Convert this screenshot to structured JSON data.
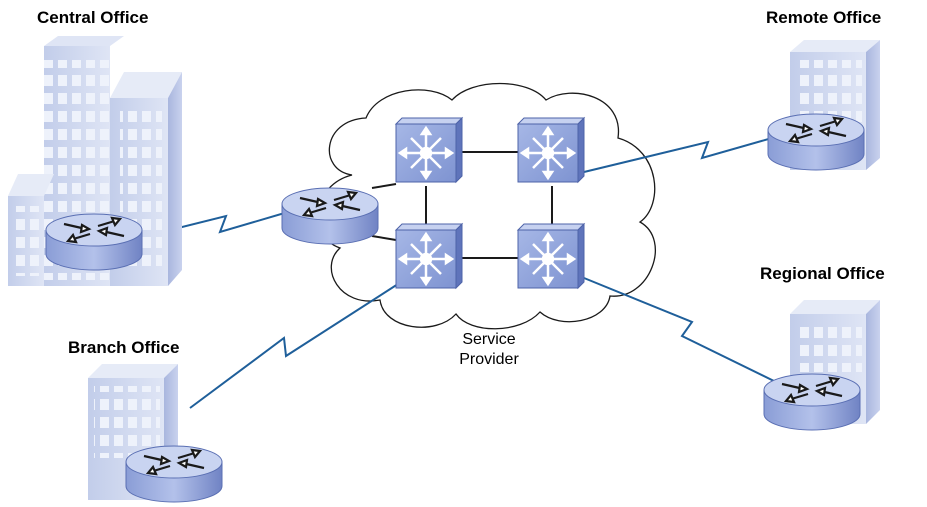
{
  "sites": {
    "central": "Central Office",
    "remote": "Remote Office",
    "regional": "Regional Office",
    "branch": "Branch Office"
  },
  "cloud": {
    "line1": "Service",
    "line2": "Provider"
  },
  "icons": {
    "building": "office-building-icon",
    "router": "router-icon",
    "switch": "multilayer-switch-icon",
    "cloud": "service-provider-cloud"
  },
  "colors": {
    "building_front": "#cdd6ee",
    "building_side": "#a9b6de",
    "router_top": "#b9c6ea",
    "router_body": "#7f92cf",
    "switch_face": "#93a6dc",
    "link": "#1f5f9a"
  }
}
